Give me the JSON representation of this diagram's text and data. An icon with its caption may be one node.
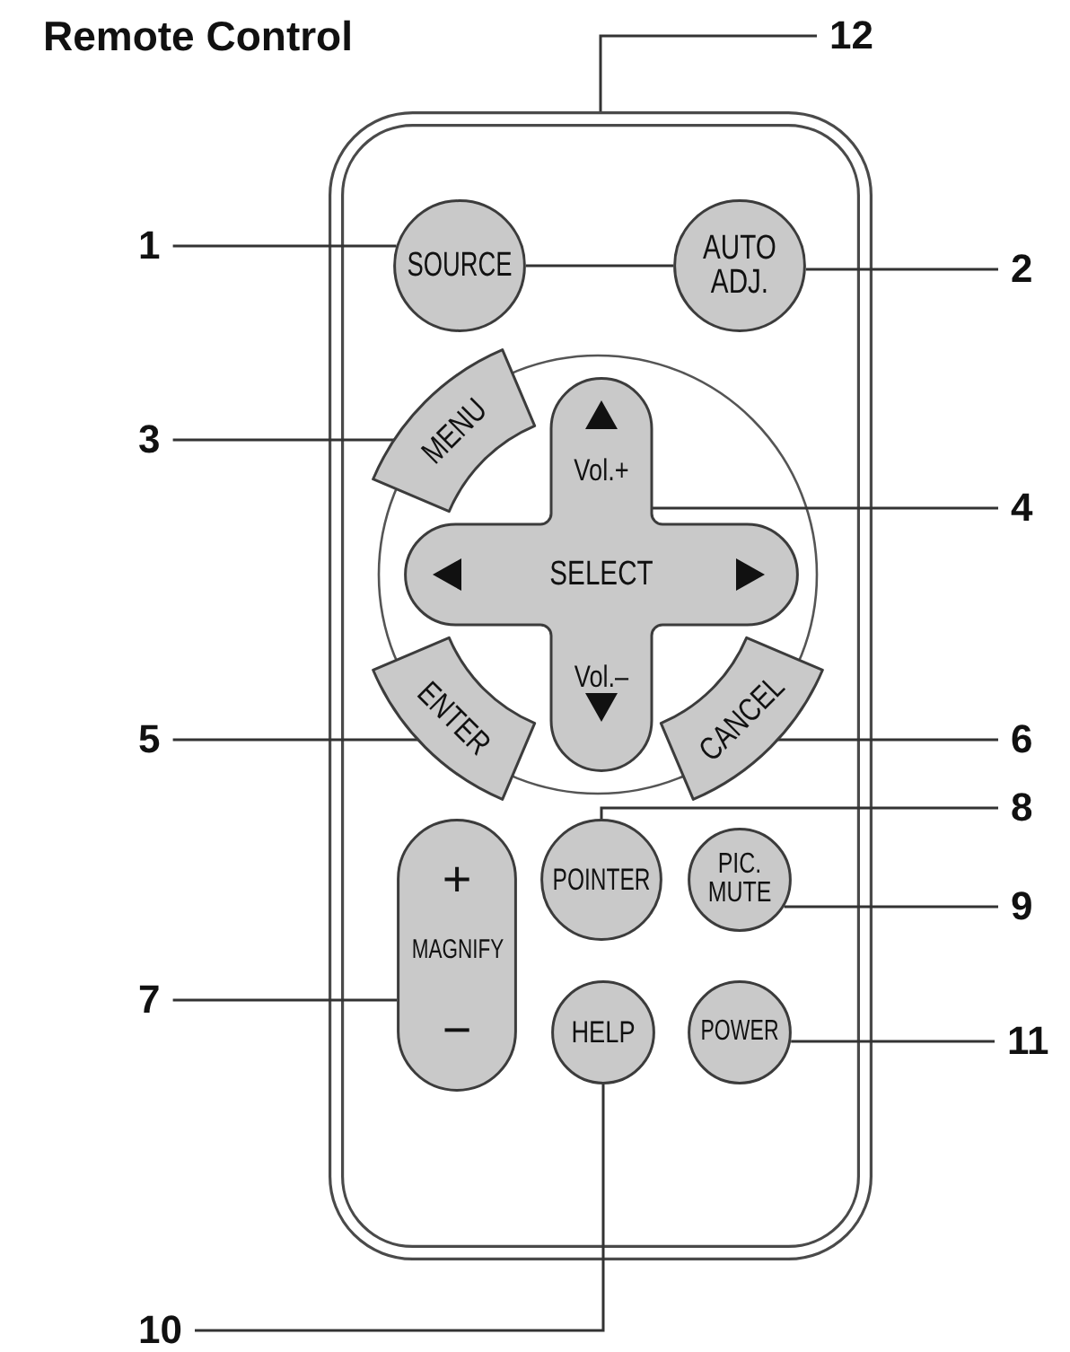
{
  "diagram": {
    "title": "Remote Control",
    "nodes": [
      {
        "text": [],
        "shape": "box"
      },
      {
        "text": [
          "SOURCE"
        ],
        "in": 0
      },
      {
        "text": [
          "AUTO ADJ."
        ],
        "in": 0
      },
      {
        "text": [
          "MENU"
        ],
        "in": 0
      },
      {
        "text": [
          "Vol.+",
          "SELECT",
          "Vol.–"
        ],
        "in": 0
      },
      {
        "text": [
          "ENTER"
        ],
        "in": 0
      },
      {
        "text": [
          "CANCEL"
        ],
        "in": 0
      },
      {
        "text": [
          "+",
          "MAGNIFY",
          "−"
        ],
        "in": 0
      },
      {
        "text": [
          "POINTER"
        ],
        "in": 0
      },
      {
        "text": [
          "PIC. MUTE"
        ],
        "in": 0
      },
      {
        "text": [
          "HELP"
        ],
        "in": 0
      },
      {
        "text": [
          "POWER"
        ],
        "in": 0
      },
      {
        "text": [
          "1"
        ]
      },
      {
        "text": [
          "2"
        ]
      },
      {
        "text": [
          "3"
        ]
      },
      {
        "text": [
          "4"
        ]
      },
      {
        "text": [
          "5"
        ]
      },
      {
        "text": [
          "6"
        ]
      },
      {
        "text": [
          "7"
        ]
      },
      {
        "text": [
          "8"
        ]
      },
      {
        "text": [
          "9"
        ]
      },
      {
        "text": [
          "10"
        ]
      },
      {
        "text": [
          "11"
        ]
      },
      {
        "text": [
          "12"
        ]
      }
    ],
    "edges": [
      {
        "from": 12,
        "to": 1,
        "arrow": "none"
      },
      {
        "from": 13,
        "to": 2,
        "arrow": "none"
      },
      {
        "from": 14,
        "to": 3,
        "arrow": "none"
      },
      {
        "from": 15,
        "to": 4,
        "arrow": "none"
      },
      {
        "from": 16,
        "to": 5,
        "arrow": "none"
      },
      {
        "from": 17,
        "to": 6,
        "arrow": "none"
      },
      {
        "from": 18,
        "to": 7,
        "arrow": "none"
      },
      {
        "from": 19,
        "to": 8,
        "arrow": "none"
      },
      {
        "from": 20,
        "to": 9,
        "arrow": "none"
      },
      {
        "from": 21,
        "to": 10,
        "arrow": "none"
      },
      {
        "from": 22,
        "to": 11,
        "arrow": "none"
      },
      {
        "from": 23,
        "to": 0,
        "arrow": "none"
      },
      {
        "from": 1,
        "to": 2,
        "arrow": "none"
      }
    ]
  }
}
